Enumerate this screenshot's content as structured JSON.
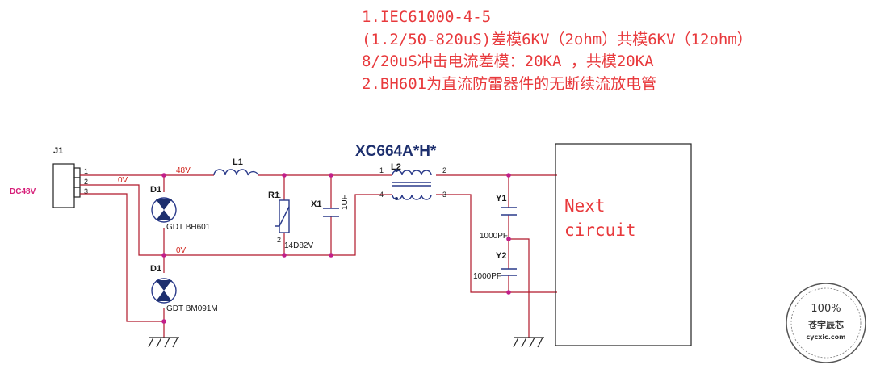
{
  "notes": [
    "1.IEC61000-4-5",
    "(1.2/50-820uS)差模6KV（2ohm）共模6KV（12ohm）",
    "8/20uS冲击电流差模：20KA ，共模20KA",
    "2.BH601为直流防雷器件的无断续流放电管"
  ],
  "title": "XC664A*H*",
  "input": {
    "connector": "J1",
    "supply": "DC48V",
    "pins": [
      "1",
      "2",
      "3"
    ]
  },
  "nets": {
    "pos": "48V",
    "neg_top": "0V",
    "neg_mid": "0V"
  },
  "components": {
    "d_top": {
      "ref": "D1",
      "value": "GDT BH601"
    },
    "d_bottom": {
      "ref": "D1",
      "value": "GDT BM091M"
    },
    "l1": {
      "ref": "L1"
    },
    "r1": {
      "ref": "R1",
      "value": "14D82V",
      "pins": [
        "1",
        "2"
      ]
    },
    "x1": {
      "ref": "X1",
      "value": "1UF"
    },
    "l2": {
      "ref": "L2",
      "pins": [
        "1",
        "2",
        "4",
        "3"
      ]
    },
    "y1": {
      "ref": "Y1",
      "value": "1000PF"
    },
    "y2": {
      "ref": "Y2",
      "value": "1000PF"
    }
  },
  "next_block": [
    "Next",
    "circuit"
  ],
  "stamp": {
    "percent": "100%",
    "name": "苍宇辰芯",
    "site": "cycxic.com"
  },
  "colors": {
    "note_red": "#e8393c",
    "wire": "#b0182a",
    "junction": "#c21f8a",
    "component": "#2a3a8a",
    "title": "#1d2f6e"
  }
}
